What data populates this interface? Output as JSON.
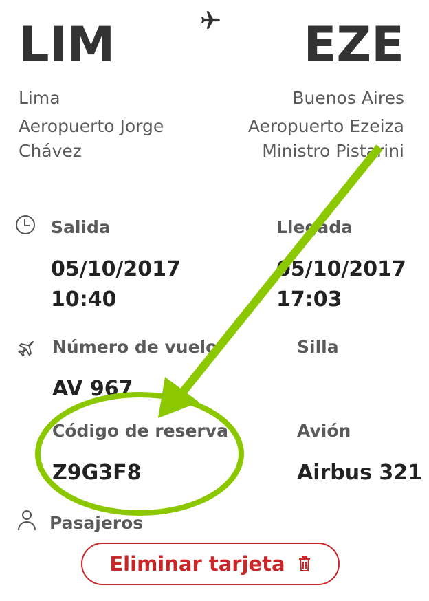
{
  "route": {
    "origin": {
      "code": "LIM",
      "city": "Lima",
      "airport": "Aeropuerto Jorge Chávez"
    },
    "destination": {
      "code": "EZE",
      "city": "Buenos Aires",
      "airport": "Aeropuerto Ezeiza Ministro Pistarini"
    }
  },
  "times": {
    "departure_label": "Salida",
    "departure_date": "05/10/2017",
    "departure_time": "10:40",
    "arrival_label": "Llegada",
    "arrival_date": "05/10/2017",
    "arrival_time": "17:03"
  },
  "flight": {
    "number_label": "Número de vuelo",
    "number": "AV 967",
    "seat_label": "Silla",
    "booking_label": "Código de reserva",
    "booking_code": "Z9G3F8",
    "aircraft_label": "Avión",
    "aircraft": "Airbus 321"
  },
  "passengers_label": "Pasajeros",
  "delete_button": "Eliminar tarjeta",
  "colors": {
    "accent": "#c9262a",
    "annotation": "#8cc800"
  }
}
